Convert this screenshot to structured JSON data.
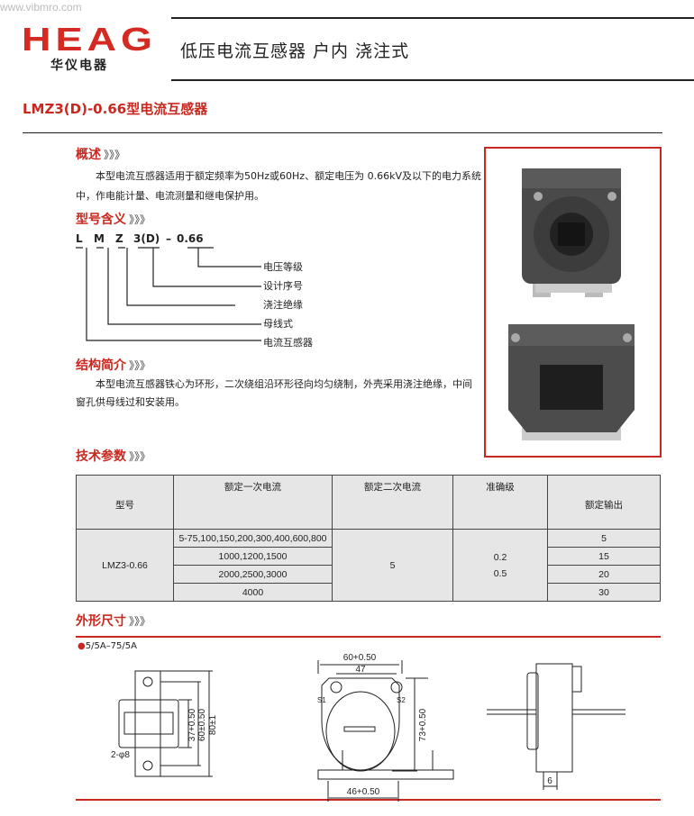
{
  "watermark": "www.vibmro.com",
  "logo": {
    "brand": "HEAG",
    "brand_cn": "华仪电器"
  },
  "header": {
    "title": "低压电流互感器 户内 浇注式"
  },
  "model_title": "LMZ3(D)-0.66型电流互感器",
  "overview": {
    "heading": "概述",
    "arrows": "》》》",
    "text": "本型电流互感器适用于额定频率为50Hz或60Hz、额定电压为 0.66kV及以下的电力系统中，作电能计量、电流测量和继电保护用。"
  },
  "model_meaning": {
    "heading": "型号含义",
    "arrows": "》》》",
    "code": [
      "L",
      "M",
      "Z",
      "3(D)",
      "–",
      "0.66"
    ],
    "labels": [
      "电压等级",
      "设计序号",
      "浇注绝缘",
      "母线式",
      "电流互感器"
    ]
  },
  "structure": {
    "heading": "结构简介",
    "arrows": "》》》",
    "text": "本型电流互感器铁心为环形，二次绕组沿环形径向均匀绕制，外壳采用浇注绝缘，中间窗孔供母线过和安装用。"
  },
  "params": {
    "heading": "技术参数",
    "arrows": "》》》",
    "headers": [
      "型号",
      "额定一次电流",
      "额定二次电流",
      "准确级",
      "额定输出"
    ],
    "model": "LMZ3-0.66",
    "primary": [
      "5-75,100,150,200,300,400,600,800",
      "1000,1200,1500",
      "2000,2500,3000",
      "4000"
    ],
    "secondary": "5",
    "accuracy": [
      "0.2",
      "0.5"
    ],
    "output": [
      "5",
      "15",
      "20",
      "30"
    ]
  },
  "dimensions": {
    "heading": "外形尺寸",
    "arrows": "》》》",
    "range": "5/5A–75/5A",
    "dims": {
      "d37": "37+0.50",
      "d60": "60±0.50",
      "d80": "80±1",
      "holes": "2-φ8",
      "w60": "60+0.50",
      "w47": "47",
      "h73": "73+0.50",
      "w46": "46+0.50",
      "w6": "6",
      "s1": "S1",
      "s2": "S2"
    }
  }
}
